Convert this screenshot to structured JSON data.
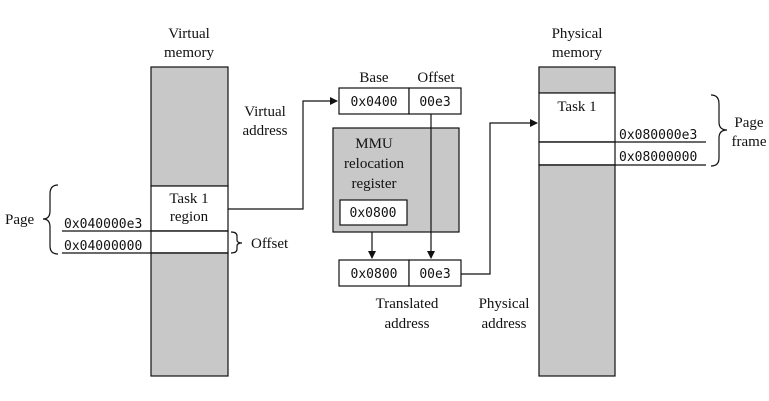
{
  "colors": {
    "shade": "#c8c8c8",
    "ink": "#111111",
    "white": "#ffffff"
  },
  "virtual_memory": {
    "title_line1": "Virtual",
    "title_line2": "memory",
    "region_line1": "Task 1",
    "region_line2": "region",
    "addr_top": "0x040000e3",
    "addr_bottom": "0x04000000",
    "page_label": "Page",
    "offset_label": "Offset"
  },
  "virtual_address": {
    "label_line1": "Virtual",
    "label_line2": "address",
    "base_header": "Base",
    "offset_header": "Offset",
    "base_value": "0x0400",
    "offset_value": "00e3"
  },
  "mmu": {
    "label_line1": "MMU",
    "label_line2": "relocation",
    "label_line3": "register",
    "value": "0x0800"
  },
  "translated_address": {
    "base_value": "0x0800",
    "offset_value": "00e3",
    "label_line1": "Translated",
    "label_line2": "address"
  },
  "physical_address": {
    "label_line1": "Physical",
    "label_line2": "address"
  },
  "physical_memory": {
    "title_line1": "Physical",
    "title_line2": "memory",
    "task_label": "Task 1",
    "addr_top": "0x080000e3",
    "addr_bottom": "0x08000000",
    "frame_line1": "Page",
    "frame_line2": "frame"
  }
}
